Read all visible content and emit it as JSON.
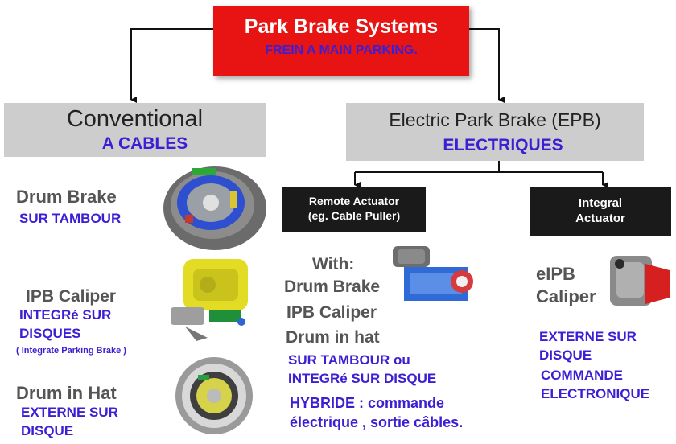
{
  "title": {
    "main": "Park Brake Systems",
    "sub": "FREIN A MAIN PARKING."
  },
  "conventional": {
    "header": "Conventional",
    "header_fr": "A CABLES",
    "drum_brake": {
      "label": "Drum Brake",
      "fr": "SUR TAMBOUR"
    },
    "ipb_caliper": {
      "label": "IPB Caliper",
      "fr_line1": "INTEGRé SUR",
      "fr_line2": "DISQUES",
      "note": "( Integrate Parking Brake )"
    },
    "drum_in_hat": {
      "label": "Drum in Hat",
      "fr_line1": "EXTERNE SUR",
      "fr_line2": "DISQUE"
    }
  },
  "epb": {
    "header": "Electric Park Brake (EPB)",
    "header_fr": "ELECTRIQUES",
    "remote": {
      "box_line1": "Remote Actuator",
      "box_line2": "(eg. Cable Puller)",
      "with": "With:",
      "item1": "Drum Brake",
      "item2": "IPB Caliper",
      "item3": "Drum in hat",
      "fr_line1": "SUR TAMBOUR ou",
      "fr_line2": "INTEGRé SUR DISQUE",
      "hybrid_line1": "HYBRIDE : commande",
      "hybrid_line2": "électrique , sortie câbles."
    },
    "integral": {
      "box_line1": "Integral",
      "box_line2": "Actuator",
      "label_line1": "eIPB",
      "label_line2": "Caliper",
      "fr_line1": "EXTERNE SUR",
      "fr_line2": "DISQUE",
      "fr_line3": "COMMANDE",
      "fr_line4": "ELECTRONIQUE"
    }
  }
}
